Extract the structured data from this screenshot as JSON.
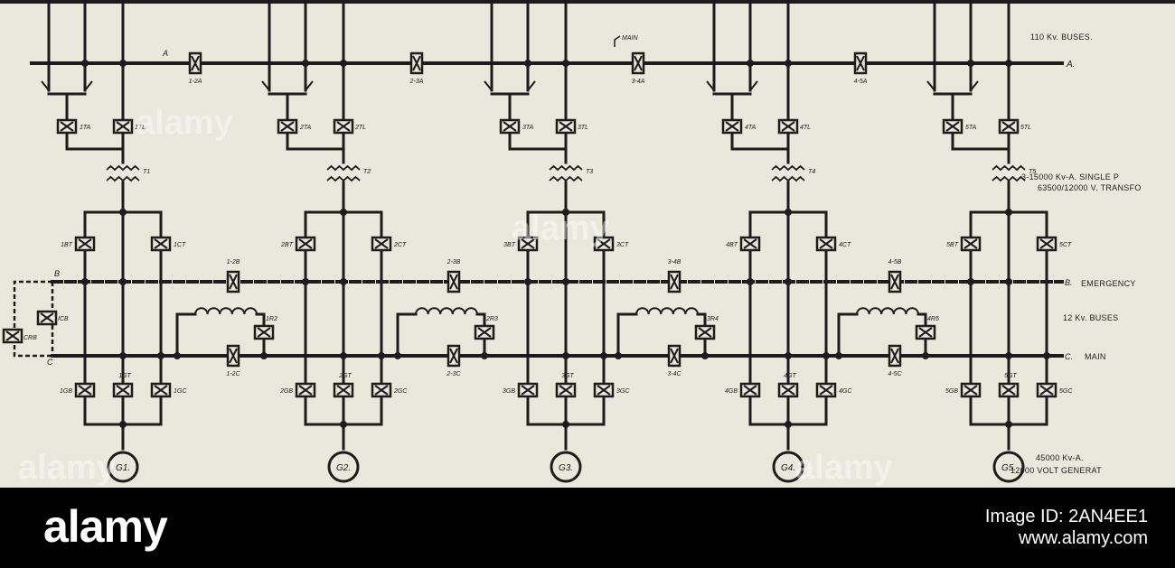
{
  "diagram": {
    "bus_labels": {
      "hv_main": "MAIN",
      "hv_a_left": "A",
      "hv_a_right": "A.",
      "b_left": "B",
      "b_right": "B.",
      "c_left": "C",
      "c_right": "C.",
      "c_main": "MAIN",
      "emergency": "EMERGENCY"
    },
    "notes": {
      "hv_buses": "110 Kv. BUSES.",
      "lv_buses": "12 Kv. BUSES",
      "transformers_line1": "3-15000 Kv-A. SINGLE P",
      "transformers_line2": "63500/12000 V. TRANSFO",
      "generators_line1": "45000 Kv-A.",
      "generators_line2": "12000 VOLT GENERAT"
    },
    "hv_tie_breakers": [
      "1-2A",
      "2-3A",
      "3-4A",
      "4-5A"
    ],
    "b_tie_breakers": [
      "1-2B",
      "2-3B",
      "3-4B",
      "4-5B"
    ],
    "c_tie_breakers": [
      "1-2C",
      "2-3C",
      "3-4C",
      "4-5C"
    ],
    "reactor_breakers": [
      "1R2",
      "2R3",
      "3R4",
      "4R5"
    ],
    "emergency_breakers": [
      "ICB",
      "CRB"
    ],
    "units": [
      {
        "ta": "1TA",
        "tl": "1TL",
        "t": "T1",
        "bt": "1BT",
        "ct": "1CT",
        "gb": "1GB",
        "gt": "1GT",
        "gc": "1GC",
        "g": "G1."
      },
      {
        "ta": "2TA",
        "tl": "2TL",
        "t": "T2",
        "bt": "2BT",
        "ct": "2CT",
        "gb": "2GB",
        "gt": "2GT",
        "gc": "2GC",
        "g": "G2."
      },
      {
        "ta": "3TA",
        "tl": "3TL",
        "t": "T3",
        "bt": "3BT",
        "ct": "3CT",
        "gb": "3GB",
        "gt": "3GT",
        "gc": "3GC",
        "g": "G3."
      },
      {
        "ta": "4TA",
        "tl": "4TL",
        "t": "T4",
        "bt": "4BT",
        "ct": "4CT",
        "gb": "4GB",
        "gt": "4GT",
        "gc": "4GC",
        "g": "G4."
      },
      {
        "ta": "5TA",
        "tl": "5TL",
        "t": "T5",
        "bt": "5BT",
        "ct": "5CT",
        "gb": "5GB",
        "gt": "5GT",
        "gc": "5GC",
        "g": "G5."
      }
    ]
  },
  "watermark": {
    "text": "alamy",
    "footer_logo": "alamy",
    "image_id": "Image ID: 2AN4EE1",
    "url": "www.alamy.com"
  }
}
